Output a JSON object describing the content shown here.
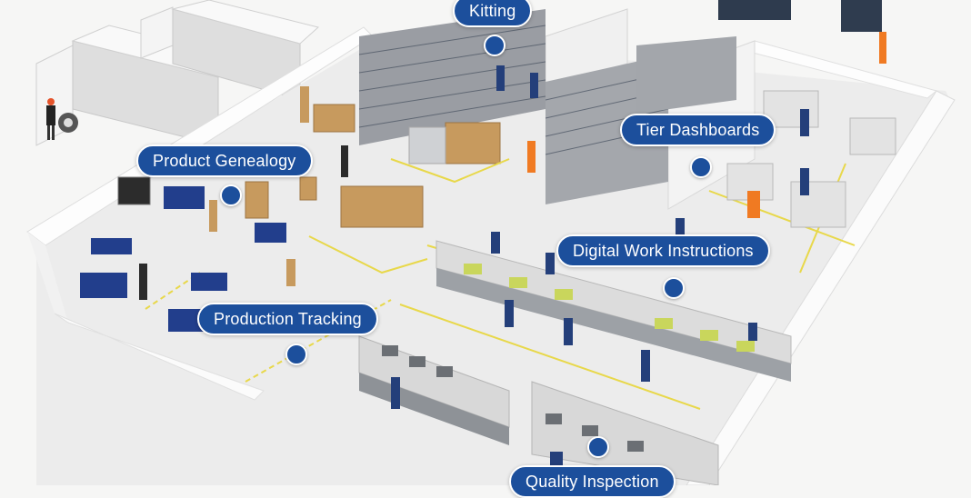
{
  "colors": {
    "background": "#f6f6f5",
    "accent": "#1c4f9c",
    "label_text": "#ffffff",
    "floor": "#e9eaea",
    "wall": "#fbfbfb",
    "floor_marking": "#e8d84a",
    "worker_uniform": "#243f7a",
    "safety_vest": "#f07a22",
    "box": "#c79a5e",
    "bin_blue": "#223e8c"
  },
  "hotspots": [
    {
      "id": "kitting",
      "label": "Kitting",
      "icon": "hotspot-dot-icon"
    },
    {
      "id": "product-genealogy",
      "label": "Product Genealogy",
      "icon": "hotspot-dot-icon"
    },
    {
      "id": "tier-dashboards",
      "label": "Tier Dashboards",
      "icon": "hotspot-dot-icon"
    },
    {
      "id": "digital-work-instructions",
      "label": "Digital Work Instructions",
      "icon": "hotspot-dot-icon"
    },
    {
      "id": "production-tracking",
      "label": "Production Tracking",
      "icon": "hotspot-dot-icon"
    },
    {
      "id": "quality-inspection",
      "label": "Quality Inspection",
      "icon": "hotspot-dot-icon"
    }
  ],
  "scene": {
    "zones": [
      "loading-dock",
      "receiving",
      "kitting",
      "tier-room",
      "assembly-lines",
      "inspection",
      "packing"
    ]
  }
}
